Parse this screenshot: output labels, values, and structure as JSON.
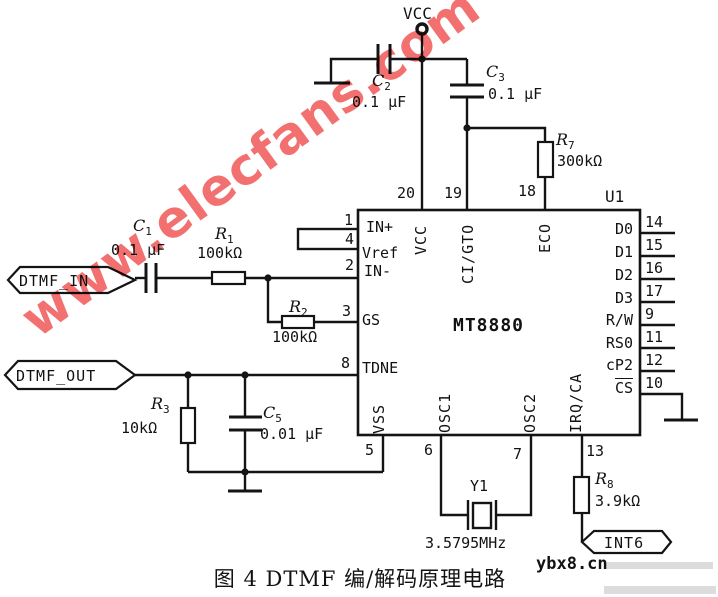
{
  "watermarks": {
    "site": "www.elecfans.com",
    "site2": "ybx8.cn"
  },
  "caption": "图 4  DTMF 编/解码原理电路",
  "power": {
    "vcc_label": "VCC"
  },
  "net_tags": {
    "dtmf_in": "DTMF_IN",
    "dtmf_out": "DTMF_OUT",
    "int6": "INT6"
  },
  "ic": {
    "designator": "U1",
    "part_number": "MT8880",
    "left_pins": [
      {
        "num": "1",
        "label": "IN+"
      },
      {
        "num": "4",
        "label": "Vref"
      },
      {
        "num": "2",
        "label": "IN-"
      },
      {
        "num": "3",
        "label": "GS"
      },
      {
        "num": "8",
        "label": "TDNE"
      }
    ],
    "top_pins": [
      {
        "num": "20",
        "label": "VCC"
      },
      {
        "num": "19",
        "label": "CI/GTO"
      },
      {
        "num": "18",
        "label": "ECO"
      }
    ],
    "right_pins": [
      {
        "num": "14",
        "label": "D0"
      },
      {
        "num": "15",
        "label": "D1"
      },
      {
        "num": "16",
        "label": "D2"
      },
      {
        "num": "17",
        "label": "D3"
      },
      {
        "num": "9",
        "label": "R/W"
      },
      {
        "num": "11",
        "label": "RS0"
      },
      {
        "num": "12",
        "label": "cP2"
      },
      {
        "num": "10",
        "label": "CS"
      }
    ],
    "bottom_pins": [
      {
        "num": "5",
        "label": "VSS"
      },
      {
        "num": "6",
        "label": "OSC1"
      },
      {
        "num": "7",
        "label": "OSC2"
      },
      {
        "num": "13",
        "label": "IRQ/CA"
      }
    ]
  },
  "components": {
    "C1": {
      "ref": "C",
      "sub": "1",
      "value": "0.1 μF"
    },
    "C2": {
      "ref": "C",
      "sub": "2",
      "value": "0.1 μF"
    },
    "C3": {
      "ref": "C",
      "sub": "3",
      "value": "0.1 μF"
    },
    "C5": {
      "ref": "C",
      "sub": "5",
      "value": "0.01 μF"
    },
    "R1": {
      "ref": "R",
      "sub": "1",
      "value": "100kΩ"
    },
    "R2": {
      "ref": "R",
      "sub": "2",
      "value": "100kΩ"
    },
    "R3": {
      "ref": "R",
      "sub": "3",
      "value": "10kΩ"
    },
    "R7": {
      "ref": "R",
      "sub": "7",
      "value": "300kΩ"
    },
    "R8": {
      "ref": "R",
      "sub": "8",
      "value": "3.9kΩ"
    },
    "Y1": {
      "ref": "Y1",
      "value": "3.5795MHz"
    }
  }
}
